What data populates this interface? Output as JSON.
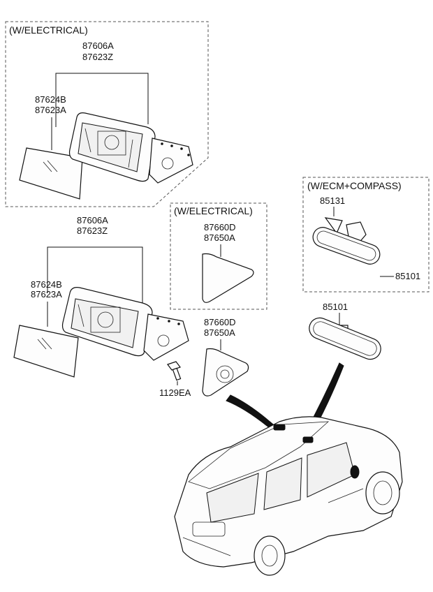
{
  "diagram": {
    "section_top_left": {
      "header": "(W/ELECTRICAL)",
      "label_a1": "87606A",
      "label_a2": "87623Z",
      "label_b1": "87624B",
      "label_b2": "87623A"
    },
    "section_mid_left": {
      "label_a1": "87606A",
      "label_a2": "87623Z",
      "label_b1": "87624B",
      "label_b2": "87623A",
      "label_bolt": "1129EA"
    },
    "section_mid_center": {
      "header": "(W/ELECTRICAL)",
      "label_1": "87660D",
      "label_2": "87650A"
    },
    "section_right": {
      "header": "(W/ECM+COMPASS)",
      "label_cover": "85131",
      "label_mirror": "85101"
    },
    "lower_center": {
      "label_1": "87660D",
      "label_2": "87650A"
    },
    "lower_right": {
      "label_mirror": "85101"
    }
  }
}
